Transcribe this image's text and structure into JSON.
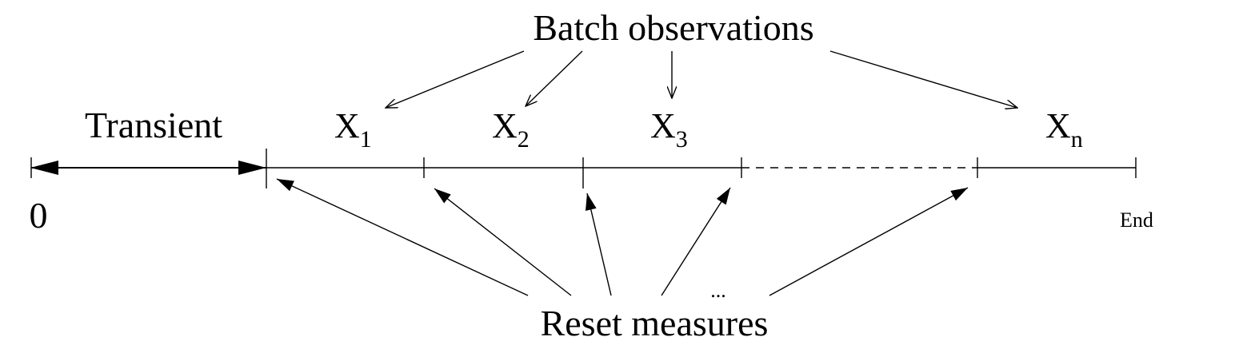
{
  "labels": {
    "batch_observations": "Batch observations",
    "transient": "Transient",
    "zero": "0",
    "end": "End",
    "reset_measures": "Reset measures",
    "ellipsis": "...",
    "batches": [
      {
        "base": "X",
        "sub": "1"
      },
      {
        "base": "X",
        "sub": "2"
      },
      {
        "base": "X",
        "sub": "3"
      },
      {
        "base": "X",
        "sub": "n"
      }
    ]
  }
}
